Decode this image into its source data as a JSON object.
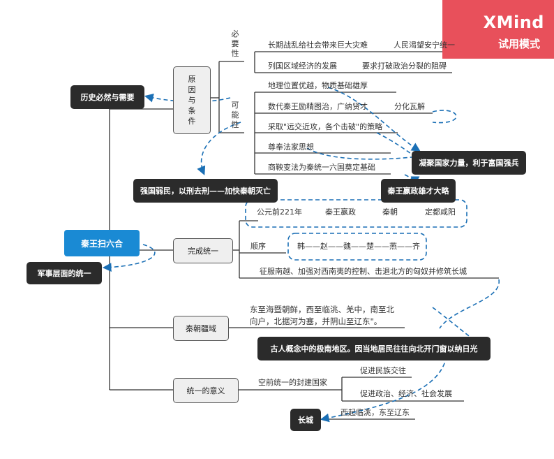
{
  "badge": {
    "brand": "XMind",
    "mode": "试用模式"
  },
  "central": "秦王扫六合",
  "branches": {
    "reasons": {
      "label": "原因与条件",
      "necessity_label": "必要性",
      "necessity_items": [
        {
          "text": "长期战乱给社会带来巨大灾难",
          "note": "人民渴望安宁统一"
        },
        {
          "text": "列国区域经济的发展",
          "note": "要求打破政治分裂的阻碍"
        }
      ],
      "possibility_label": "可能性",
      "possibility_items": [
        {
          "text": "地理位置优越，物质基础雄厚"
        },
        {
          "text": "数代秦王励精图治，广纳贤才",
          "note": "分化瓦解"
        },
        {
          "text": "采取\"远交近攻，各个击破\"的策略"
        },
        {
          "text": "尊奉法家思想"
        },
        {
          "text": "商鞅变法为秦统一六国奠定基础"
        }
      ]
    },
    "unification": {
      "label": "完成统一",
      "timeline": [
        "公元前221年",
        "秦王嬴政",
        "秦朝",
        "定都咸阳"
      ],
      "order_label": "顺序",
      "order": "韩——赵——魏——楚——燕——齐",
      "expansion": "征服南越、加强对西南夷的控制、击退北方的匈奴并修筑长城"
    },
    "territory": {
      "label": "秦朝疆域",
      "text_line1": "东至海暨朝鲜，西至临洮、羌中，南至北",
      "text_line2": "向户，北据河为塞，并阴山至辽东\"。"
    },
    "significance": {
      "label": "统一的意义",
      "main": "空前统一的封建国家",
      "items": [
        "促进民族交往",
        "促进政治、经济、社会发展"
      ],
      "wall_note": "西起临洮，东至辽东"
    }
  },
  "callouts": {
    "history": "历史必然与需要",
    "strong": "凝聚国家力量，利于富国强兵",
    "law": "强国弱民，以刑去刑——加快秦朝灭亡",
    "talent": "秦王嬴政雄才大略",
    "military": "军事层面的统一",
    "south": "古人概念中的极南地区。因当地居民往往向北开门窗以纳日光",
    "wall": "长城"
  },
  "colors": {
    "badge": "#e8505b",
    "central": "#1a8ad4",
    "dark": "#2b2b2b",
    "dashed": "#1a6fb5",
    "line": "#333333"
  }
}
